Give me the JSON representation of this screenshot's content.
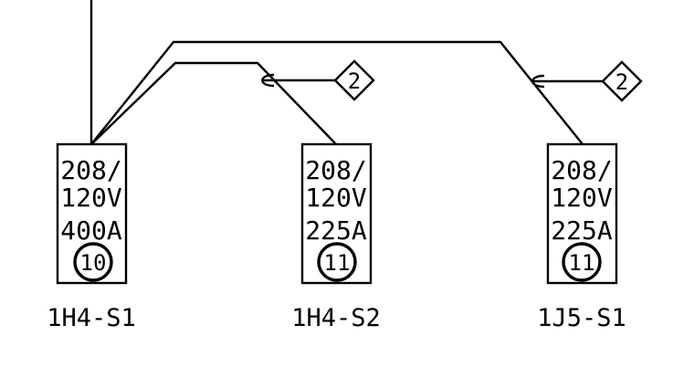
{
  "panels": [
    {
      "voltage_line1": "208/",
      "voltage_line2": "120V",
      "amps": "400A",
      "circuit": "10",
      "label": "1H4-S1"
    },
    {
      "voltage_line1": "208/",
      "voltage_line2": "120V",
      "amps": "225A",
      "circuit": "11",
      "label": "1H4-S2"
    },
    {
      "voltage_line1": "208/",
      "voltage_line2": "120V",
      "amps": "225A",
      "circuit": "11",
      "label": "1J5-S1"
    }
  ],
  "tags": [
    {
      "text": "2"
    },
    {
      "text": "2"
    }
  ]
}
